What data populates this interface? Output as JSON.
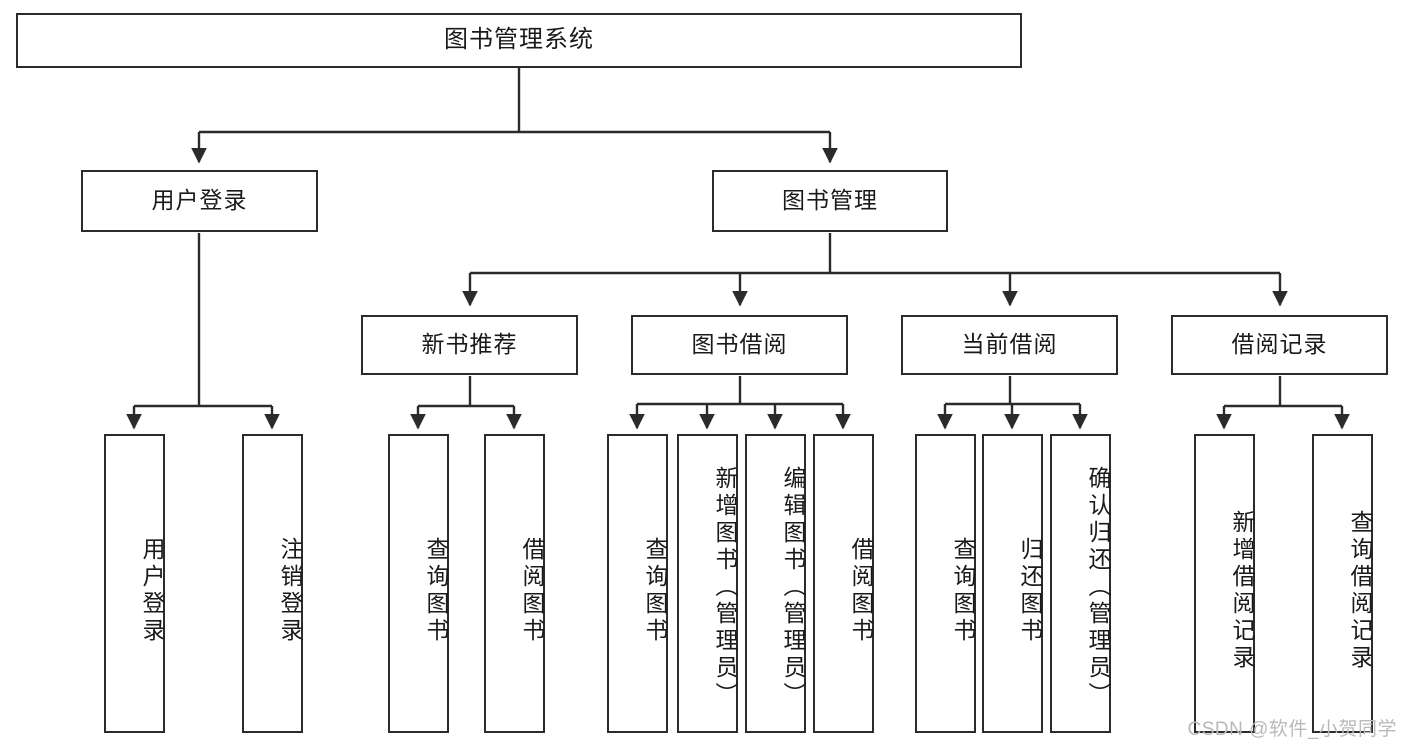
{
  "diagram": {
    "title": "图书管理系统",
    "type": "tree-hierarchy",
    "root": {
      "label": "图书管理系统"
    },
    "level2": [
      {
        "label": "用户登录"
      },
      {
        "label": "图书管理"
      }
    ],
    "level3": [
      {
        "label": "新书推荐"
      },
      {
        "label": "图书借阅"
      },
      {
        "label": "当前借阅"
      },
      {
        "label": "借阅记录"
      }
    ],
    "leaves": {
      "user_login": [
        {
          "label": "用户登录"
        },
        {
          "label": "注销登录"
        }
      ],
      "new_book_recommend": [
        {
          "label": "查询图书"
        },
        {
          "label": "借阅图书"
        }
      ],
      "book_borrow": [
        {
          "label": "查询图书"
        },
        {
          "label": "新增图书（管理员）"
        },
        {
          "label": "编辑图书（管理员）"
        },
        {
          "label": "借阅图书"
        }
      ],
      "current_borrow": [
        {
          "label": "查询图书"
        },
        {
          "label": "归还图书"
        },
        {
          "label": "确认归还（管理员）"
        }
      ],
      "borrow_record": [
        {
          "label": "新增借阅记录"
        },
        {
          "label": "查询借阅记录"
        }
      ]
    },
    "watermark": "CSDN @软件_小贺同学",
    "colors": {
      "box_border": "#2b2b2b",
      "box_fill": "#ffffff",
      "edge": "#2b2b2b",
      "text": "#1a1a1a",
      "watermark": "#b9b9b9",
      "background": "#ffffff"
    }
  }
}
